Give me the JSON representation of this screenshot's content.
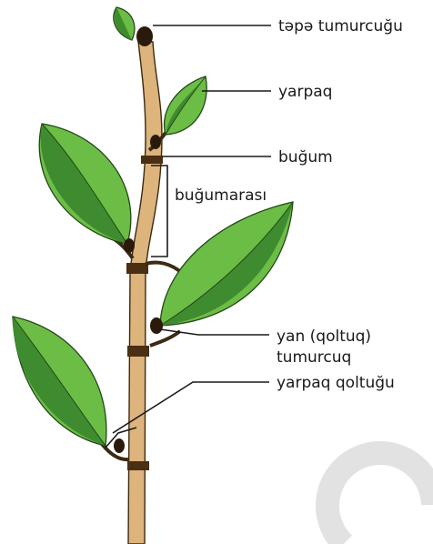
{
  "labels": {
    "terminal_bud": "təpə tumurcuğu",
    "leaf": "yarpaq",
    "node": "buğum",
    "internode": "buğumarası",
    "lateral_bud_line1": "yan (qoltuq)",
    "lateral_bud_line2": "tumurcuq",
    "leaf_axil": "yarpaq qoltuğu"
  },
  "colors": {
    "stem": "#dcb47c",
    "stem_outline": "#3d2a12",
    "node_band": "#4a2f14",
    "leaf_light": "#6cbd45",
    "leaf_dark": "#3f8b2f",
    "leaf_outline": "#23471a",
    "bud": "#2a1a0c",
    "leader_line": "#1a1a1a",
    "watermark": "#d9d9d9"
  }
}
